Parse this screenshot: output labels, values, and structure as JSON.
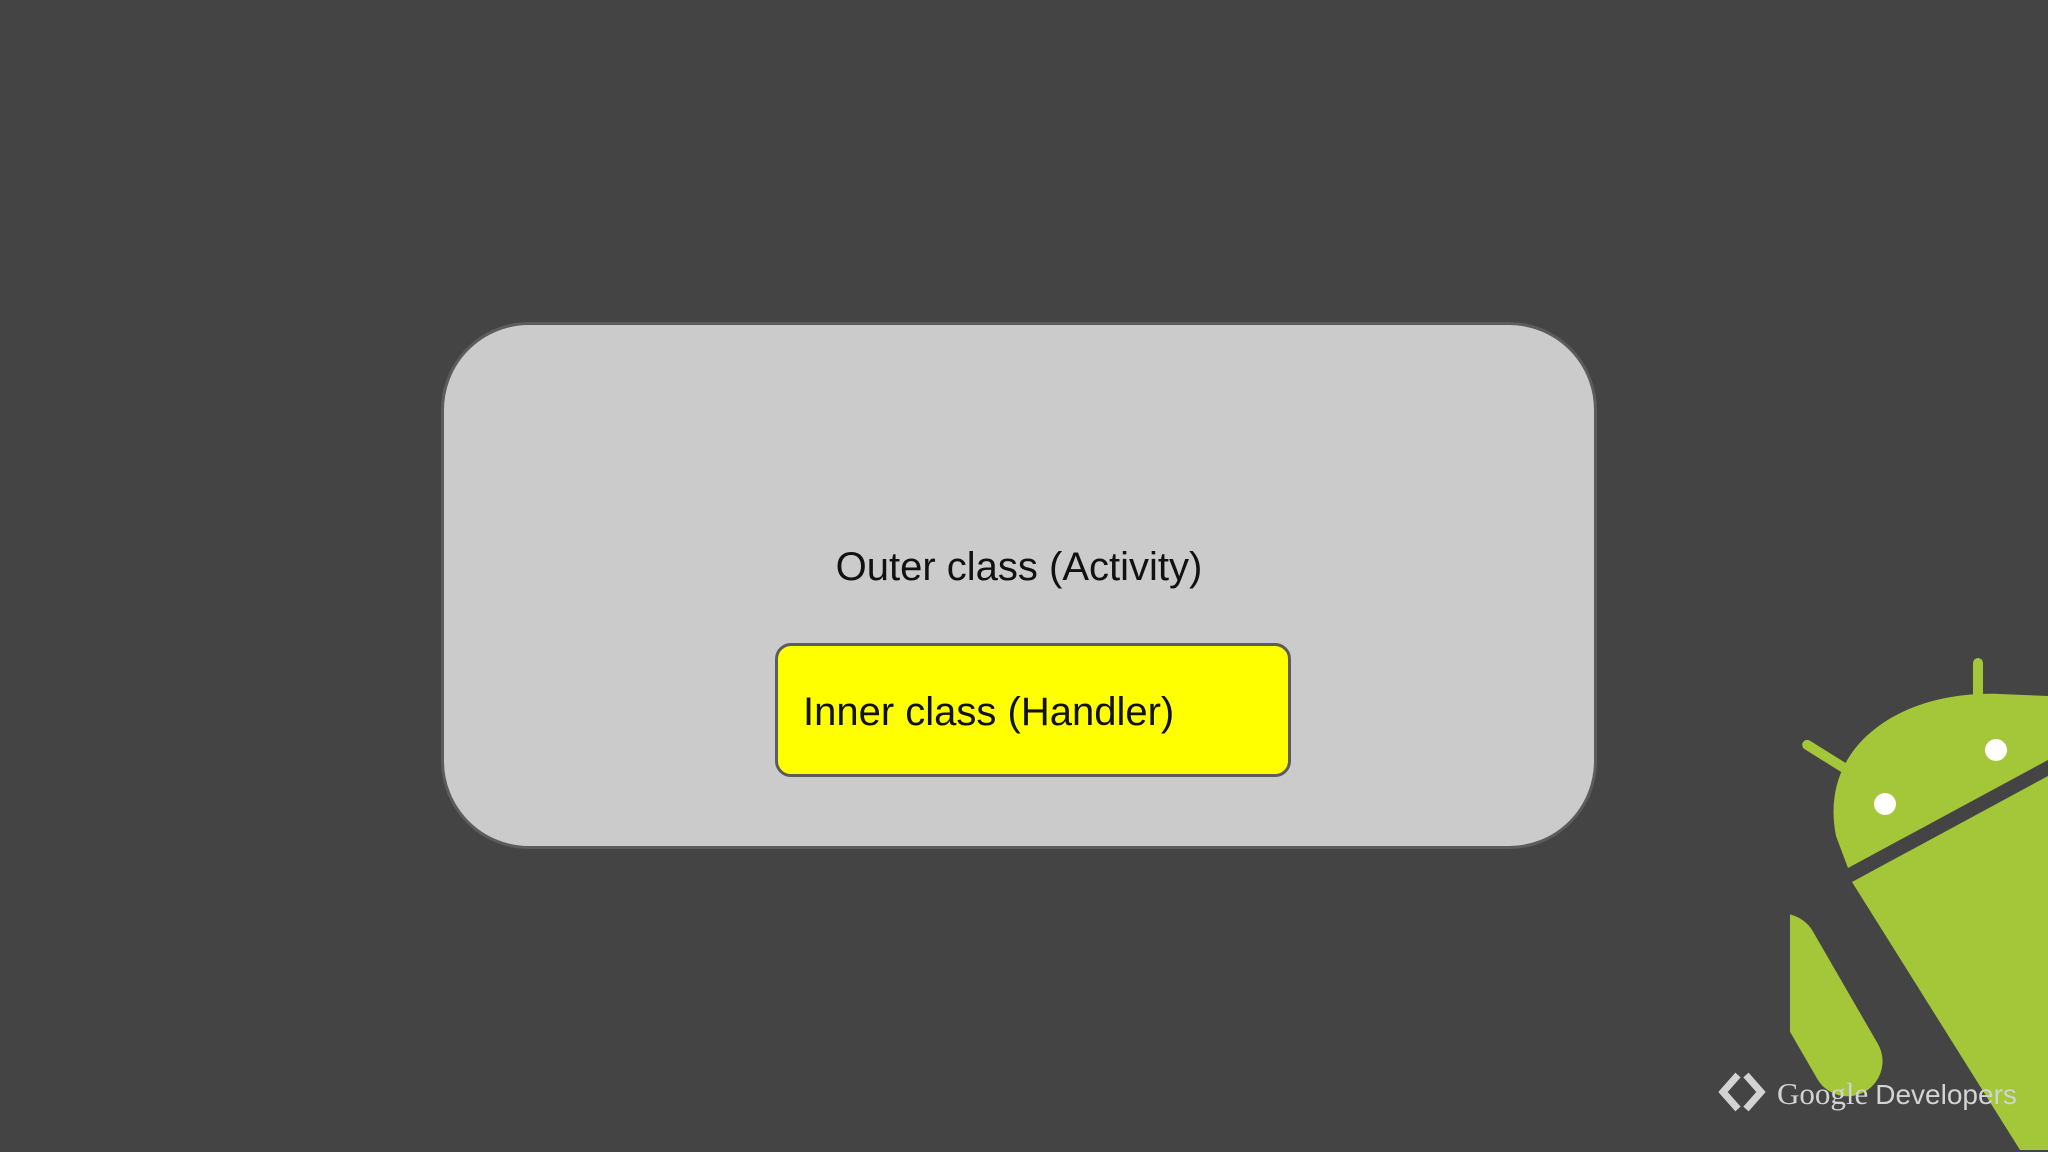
{
  "diagram": {
    "outer_label": "Outer class (Activity)",
    "inner_label": "Inner class (Handler)"
  },
  "colors": {
    "background": "#454445",
    "outer_fill": "#cccbcc",
    "inner_fill": "#ffff00",
    "border": "#5c5c5c",
    "android_green": "#a4c639"
  },
  "branding": {
    "google": "Google",
    "developers": "Developers",
    "logo_icon": "google-developers-logo-icon",
    "mascot_icon": "android-robot-icon"
  }
}
